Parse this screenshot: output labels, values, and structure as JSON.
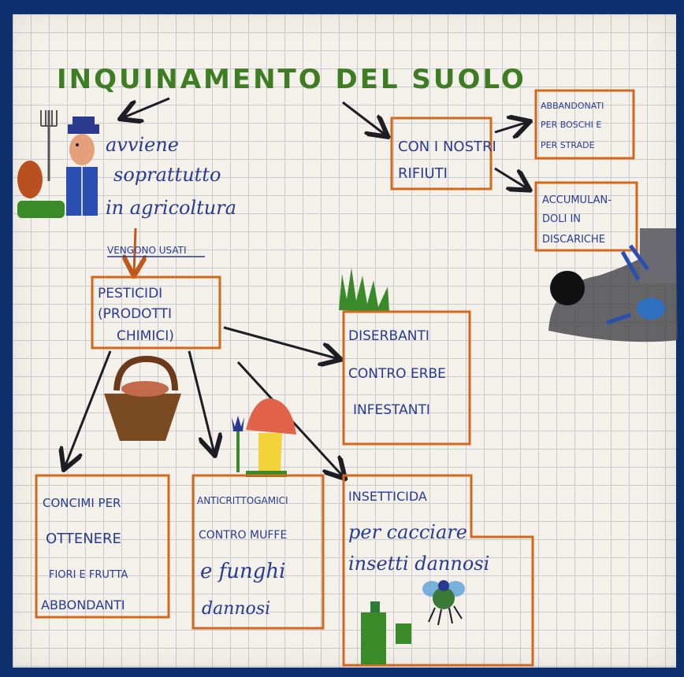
{
  "title": "INQUINAMENTO DEL SUOLO",
  "left_branch": {
    "line1": "avviene",
    "line2": "soprattutto",
    "line3": "in agricoltura",
    "arrow_label": "VENGONO USATI"
  },
  "right_branch": {
    "main_box": [
      "CON I NOSTRI",
      "RIFIUTI"
    ],
    "abbandonati": [
      "ABBANDONATI",
      "PER BOSCHI E",
      "PER STRADE"
    ],
    "accumulandoli": [
      "ACCUMULAN-",
      "DOLI IN",
      "DISCARICHE"
    ]
  },
  "pesticidi": [
    "PESTICIDI",
    "(PRODOTTI",
    "CHIMICI)"
  ],
  "diserbanti": [
    "DISERBANTI",
    "CONTRO ERBE",
    "INFESTANTI"
  ],
  "concimi": [
    "CONCIMI PER",
    "OTTENERE",
    "FIORI E FRUTTA",
    "ABBONDANTI"
  ],
  "anticrittogamici": [
    "ANTICRITTOGAMICI",
    "CONTRO MUFFE",
    "e funghi",
    "dannosi"
  ],
  "insetticida": [
    "INSETTICIDA",
    "per cacciare",
    "insetti dannosi"
  ],
  "colors": {
    "box_border": "#d2691e",
    "title_green": "#3f7d24",
    "ink_blue": "#2a3b8f",
    "ink_black": "#1d1d24",
    "frame": "#0d2f6e"
  },
  "icons": [
    "farmer-icon",
    "basket-icon",
    "mushroom-icon",
    "tulip-icon",
    "grass-icon",
    "trash-pile-icon",
    "fly-icon",
    "bottle-icon"
  ]
}
